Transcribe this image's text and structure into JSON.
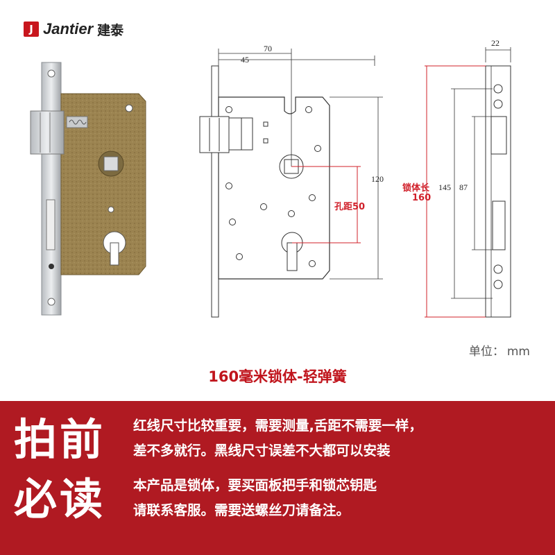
{
  "brand": {
    "logo_mark": "J",
    "name_en": "Jantier",
    "name_cn": "建泰"
  },
  "dimensions": {
    "width_70": "70",
    "backset_45": "45",
    "thickness_22": "22",
    "height_120": "120",
    "hole_distance_label": "孔距50",
    "height_145": "145",
    "height_87": "87",
    "body_length_label": "锁体长",
    "body_length_value": "160"
  },
  "unit": {
    "label": "单位：",
    "value": "mm"
  },
  "product_title": "160毫米锁体-轻弹簧",
  "notice": {
    "big_lines": [
      "拍前",
      "必读"
    ],
    "paragraph_1": [
      "红线尺寸比较重要，需要测量,舌距不需要一样，",
      "差不多就行。黑线尺寸误差不大都可以安装"
    ],
    "paragraph_2": [
      "本产品是锁体，要买面板把手和锁芯钥匙",
      "请联系客服。需要送螺丝刀请备注。"
    ]
  },
  "colors": {
    "accent_red": "#c0141c",
    "banner_red": "#b01a22",
    "lock_brass": "#9b8350"
  }
}
